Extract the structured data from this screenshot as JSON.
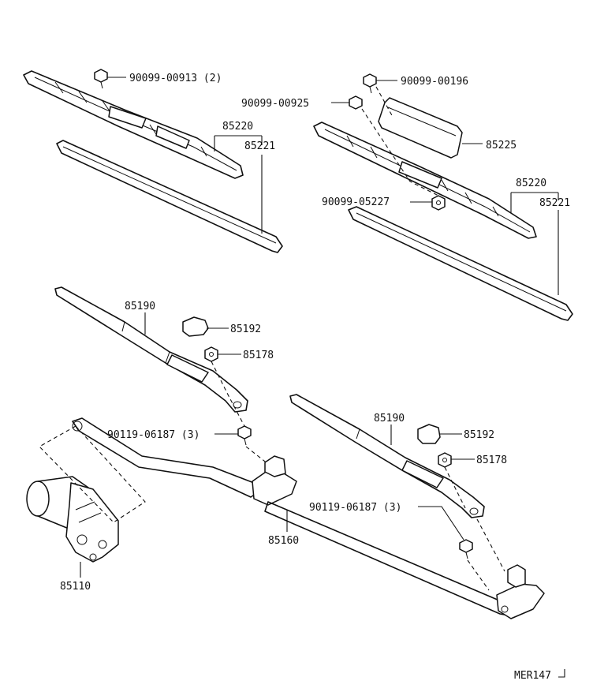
{
  "diagram": {
    "drawing_code": "MER147",
    "labels": {
      "bolt_left_top": "90099-00913 (2)",
      "blade_left_85220": "85220",
      "blade_left_85221": "85221",
      "bolt_right_top": "90099-00196",
      "screw_right": "90099-00925",
      "spoiler": "85225",
      "blade_right_85220": "85220",
      "blade_right_85221": "85221",
      "nut_right_blade": "90099-05227",
      "arm_left": "85190",
      "cap_left": "85192",
      "nut_left": "85178",
      "bolt_left_pivot": "90119-06187 (3)",
      "arm_right": "85190",
      "cap_right": "85192",
      "nut_right": "85178",
      "bolt_right_pivot": "90119-06187 (3)",
      "link": "85160",
      "motor": "85110"
    }
  }
}
